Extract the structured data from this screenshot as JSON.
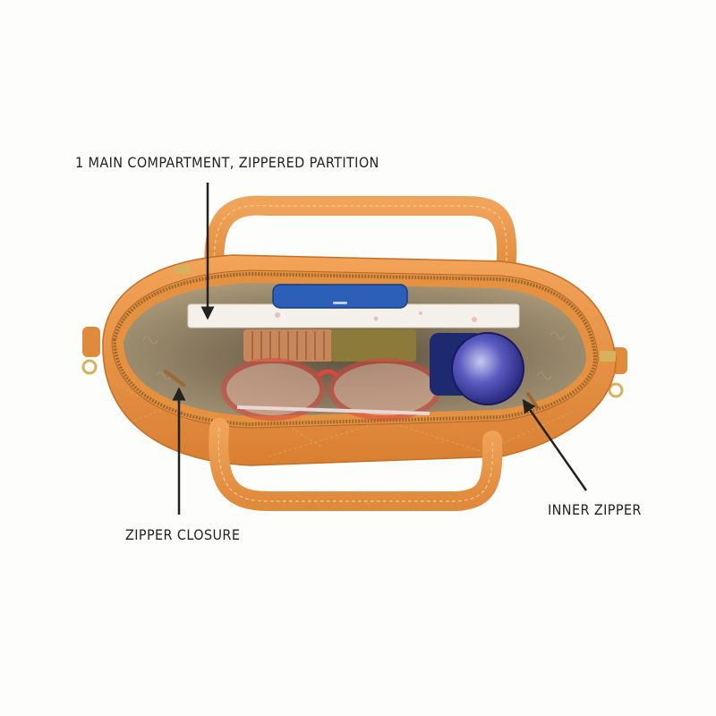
{
  "labels": {
    "main_compartment": "1 MAIN COMPARTMENT, ZIPPERED PARTITION",
    "zipper_closure": "ZIPPER CLOSURE",
    "inner_zipper": "INNER ZIPPER"
  },
  "colors": {
    "background": "#fdfdfb",
    "leather": "#e8913f",
    "leather_dark": "#c9722a",
    "lining": "#8c7a5e",
    "stitch": "#c8b25a",
    "zipper": "#b07a3a",
    "hardware": "#d6b25c",
    "arrow": "#222222",
    "phone": "#2b5fb8",
    "bottle": "#3a3fa0",
    "sunglasses": "#d9473f"
  },
  "icons": [
    "arrow-icon"
  ]
}
